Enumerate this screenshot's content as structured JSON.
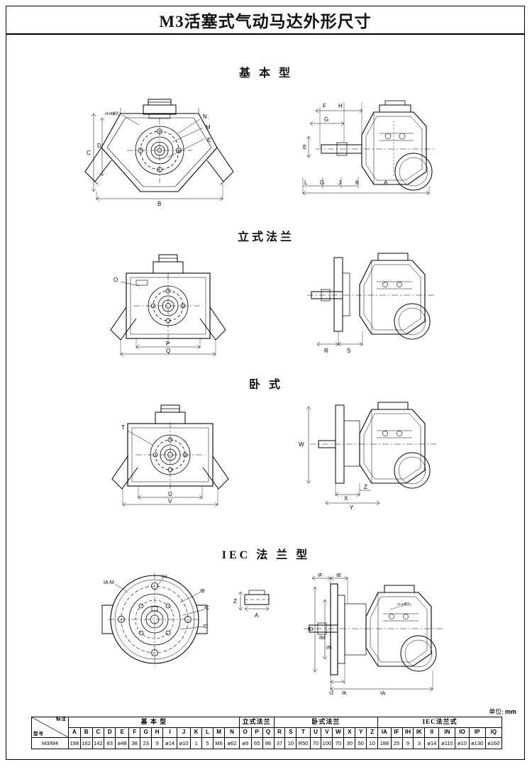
{
  "document": {
    "title": "M3活塞式气动马达外形尺寸",
    "unit_note_prefix": "单位:",
    "unit_note_value": "mm"
  },
  "sections": [
    {
      "id": "basic",
      "label": "基 本 型"
    },
    {
      "id": "vertical-flange",
      "label": "立式法兰"
    },
    {
      "id": "horizontal",
      "label": "卧  式"
    },
    {
      "id": "iec-flange",
      "label": "IEC 法 兰 型"
    }
  ],
  "figures": {
    "basic_front_labels": [
      "D",
      "C",
      "B",
      "N",
      "M",
      "E",
      "(4-M螺孔)"
    ],
    "basic_side_labels": [
      "F",
      "H",
      "G",
      "E",
      "L",
      "G",
      "J",
      "K",
      "A"
    ],
    "vertical_front_labels": [
      "O",
      "P",
      "Q"
    ],
    "vertical_side_labels": [
      "R",
      "S"
    ],
    "horizontal_front_labels": [
      "T",
      "U",
      "V"
    ],
    "horizontal_side_labels": [
      "W",
      "X",
      "Y",
      "Z"
    ],
    "iec_front_labels": [
      "IA-M",
      "IH",
      "IB",
      "IC",
      "ID"
    ],
    "iec_detail_labels": [
      "Z",
      "A"
    ],
    "iec_side_labels": [
      "IF",
      "IE",
      "IG",
      "IM",
      "IN",
      "IJ",
      "IK",
      "IA",
      "(4-IL螺孔)"
    ]
  },
  "table": {
    "corner_top": "标注",
    "corner_bottom": "型号",
    "groups": [
      {
        "label": "基 本 型",
        "span": 14
      },
      {
        "label": "立式法兰",
        "span": 3
      },
      {
        "label": "卧式法兰",
        "span": 9
      },
      {
        "label": "IEC法兰式",
        "span": 9
      }
    ],
    "letters": [
      "A",
      "B",
      "C",
      "D",
      "E",
      "F",
      "G",
      "H",
      "I",
      "J",
      "K",
      "L",
      "M",
      "N",
      "O",
      "P",
      "Q",
      "R",
      "S",
      "T",
      "U",
      "V",
      "W",
      "X",
      "Y",
      "Z",
      "IA",
      "IF",
      "IH",
      "IK",
      "II",
      "IN",
      "IO",
      "IP",
      "IQ"
    ],
    "rows": [
      {
        "model": "M3/M4",
        "values": [
          "198",
          "162",
          "142",
          "83",
          "ø48",
          "38",
          "23",
          "9",
          "ø14",
          "ø10",
          "1",
          "5",
          "M6",
          "ø62",
          "ø9",
          "65",
          "86",
          "37",
          "10",
          "R50",
          "70",
          "100",
          "70",
          "30",
          "50",
          "10",
          "188",
          "25",
          "9",
          "3",
          "ø14",
          "ø110",
          "ø10",
          "ø130",
          "ø160"
        ]
      }
    ]
  }
}
